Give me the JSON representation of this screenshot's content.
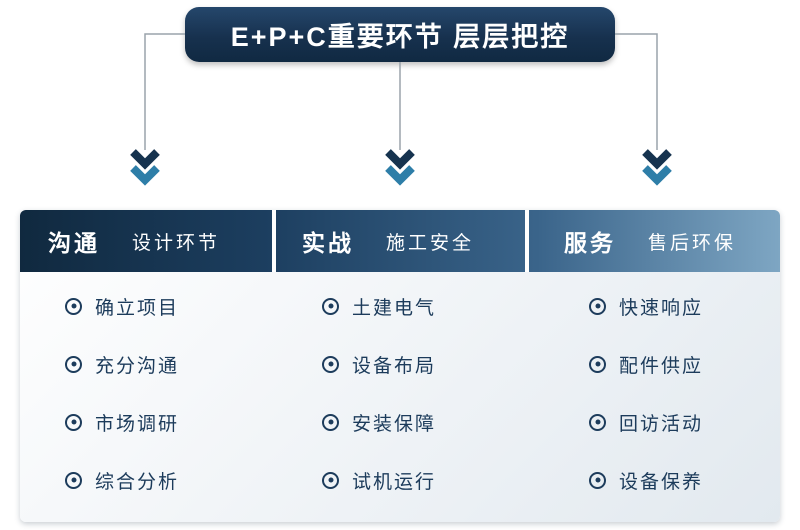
{
  "banner": {
    "title": "E+P+C重要环节 层层把控"
  },
  "columns": [
    {
      "title_bold": "沟通",
      "title_sub": "设计环节",
      "items": [
        "确立项目",
        "充分沟通",
        "市场调研",
        "综合分析"
      ]
    },
    {
      "title_bold": "实战",
      "title_sub": "施工安全",
      "items": [
        "土建电气",
        "设备布局",
        "安装保障",
        "试机运行"
      ]
    },
    {
      "title_bold": "服务",
      "title_sub": "售后环保",
      "items": [
        "快速响应",
        "配件供应",
        "回访活动",
        "设备保养"
      ]
    }
  ],
  "icons": {
    "bullet": "circle-dot-icon",
    "arrow": "double-chevron-down-icon"
  },
  "colors": {
    "banner_navy": "#17314e",
    "header_gradient_start": "#10293f",
    "header_gradient_end": "#7ea6c3",
    "chevron_navy": "#16334f",
    "chevron_teal": "#2e7ea8",
    "text_navy": "#1c3b5b",
    "connector_gray": "#9aa3ab"
  }
}
